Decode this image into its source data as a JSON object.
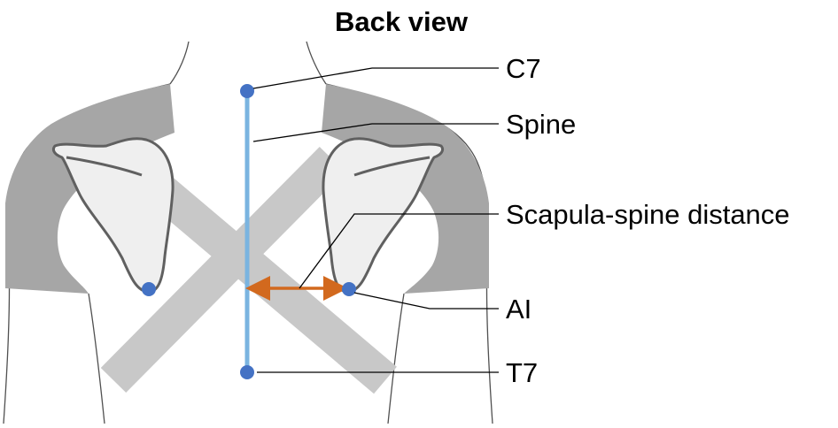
{
  "title": "Back view",
  "labels": {
    "c7": "C7",
    "spine": "Spine",
    "scapula_spine_distance": "Scapula-spine distance",
    "ai": "AI",
    "t7": "T7"
  },
  "colors": {
    "spine_line": "#7ab4e0",
    "landmark_dot": "#4472c4",
    "distance_arrow": "#d2691e",
    "shoulder_fill": "#a6a6a6",
    "scapula_fill": "#efefef",
    "scapula_stroke": "#606060",
    "muscle_band": "#c8c8c8",
    "body_outline": "#505050",
    "leader_line": "#000000"
  }
}
